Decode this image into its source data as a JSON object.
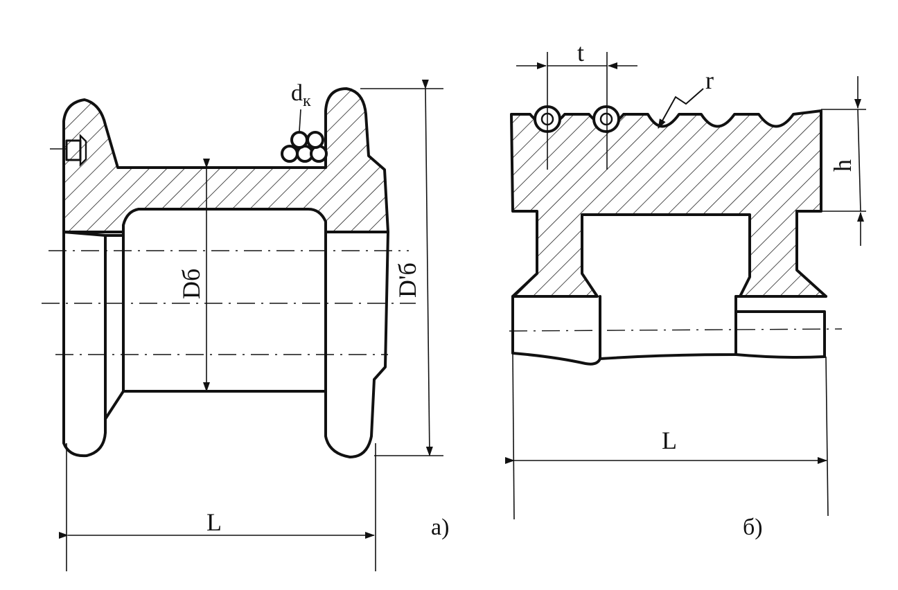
{
  "figure_a": {
    "label_dk_main": "d",
    "label_dk_sub": "к",
    "label_Db": "Dб",
    "label_Db_prime": "D'б",
    "label_L": "L",
    "caption": "а)"
  },
  "figure_b": {
    "label_t": "t",
    "label_r": "r",
    "label_h": "h",
    "label_L": "L",
    "caption": "б)"
  }
}
